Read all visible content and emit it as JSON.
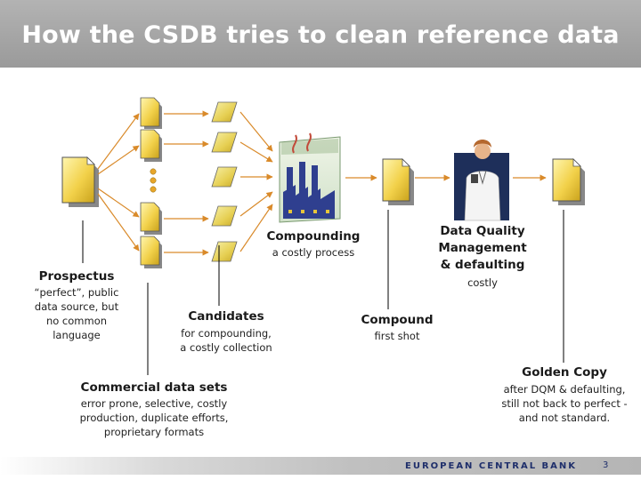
{
  "title": "How the CSDB tries to clean reference data",
  "prospectus": {
    "label": "Prospectus",
    "desc": [
      "“perfect”, public",
      "data source, but",
      "no common",
      "language"
    ]
  },
  "commercial": {
    "label": "Commercial data sets",
    "desc": [
      "error prone, selective, costly",
      "production, duplicate efforts,",
      "proprietary formats"
    ]
  },
  "candidates": {
    "label": "Candidates",
    "desc": [
      "for compounding,",
      "a costly collection"
    ]
  },
  "compounding": {
    "label": "Compounding",
    "desc": [
      "a costly process"
    ]
  },
  "compound": {
    "label": "Compound",
    "desc": [
      "first shot"
    ]
  },
  "dqm": {
    "label": [
      "Data Quality",
      "Management",
      "& defaulting"
    ],
    "desc": [
      "costly"
    ]
  },
  "golden": {
    "label": "Golden Copy",
    "desc": [
      "after DQM & defaulting,",
      "still not back to perfect -",
      "and not standard."
    ]
  },
  "footer": {
    "bank": "EUROPEAN CENTRAL BANK",
    "page": "3"
  },
  "colors": {
    "doc": "#f2d14a",
    "title_bar": "#a8a8a8",
    "factory": "#2f3f8f"
  },
  "icons": [
    "document-icon",
    "parallelogram-icon",
    "factory-icon",
    "doctor-icon"
  ]
}
